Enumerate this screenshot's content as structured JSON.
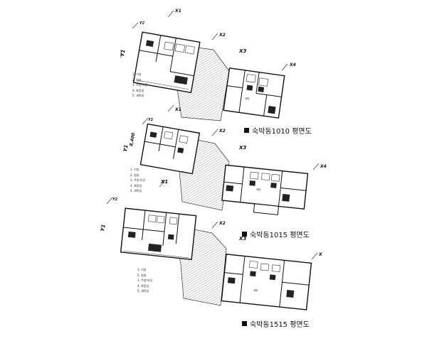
{
  "plans": [
    {
      "caption": "숙박동1010 평면도",
      "legend": [
        "1. 거실",
        "2. 침실",
        "3. 주방/식당",
        "4. 화장실",
        "5. 세탁실"
      ],
      "grid": {
        "x1": "X1",
        "x1b": "X1",
        "x2": "X2",
        "x3": "X3",
        "x4": "X4",
        "y1": "Y1",
        "y2": "Y2"
      },
      "room": "세탁"
    },
    {
      "caption": "숙박동1015 평면도",
      "legend": [
        "1. 거실",
        "2. 침실",
        "3. 주방/식당",
        "4. 화장실",
        "5. 세탁실"
      ],
      "grid": {
        "x1": "X1",
        "x2": "X2",
        "x3": "X3",
        "x4": "X4",
        "y1": "Y1",
        "y2": "Y2",
        "dim": "8,400"
      },
      "room": "세탁"
    },
    {
      "caption": "숙박동1515 평면도",
      "legend": [
        "1. 거실",
        "2. 침실",
        "3. 주방/식당",
        "4. 화장실",
        "5. 세탁실"
      ],
      "grid": {
        "x2": "X2",
        "x3": "X3",
        "x4": "X",
        "y1": "Y1",
        "y2": "Y2"
      },
      "room": "세탁"
    }
  ]
}
